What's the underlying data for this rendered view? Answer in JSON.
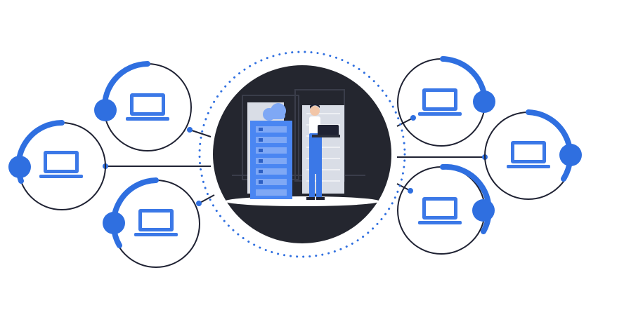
{
  "colors": {
    "background": "#ffffff",
    "accent_blue": "#2f6fe0",
    "dark_line": "#1f2233",
    "hub_fill": "#24262f",
    "laptop_blue": "#3b78e7",
    "rack_blue": "#4a86f2",
    "rack_light": "#7fa8f5",
    "panel_gray": "#d9dde6",
    "skin": "#f2c6a8",
    "shadow_gray": "#eef0f4"
  },
  "hub": {
    "label_icon": "server-room-illustration",
    "cloud_icon": "cloud-icon",
    "person_icon": "technician-with-laptop-icon"
  },
  "nodes": [
    {
      "id": "left-top",
      "icon": "laptop-icon",
      "side": "left"
    },
    {
      "id": "left-middle",
      "icon": "laptop-icon",
      "side": "left"
    },
    {
      "id": "left-bottom",
      "icon": "laptop-icon",
      "side": "left"
    },
    {
      "id": "right-top",
      "icon": "laptop-icon",
      "side": "right"
    },
    {
      "id": "right-middle",
      "icon": "laptop-icon",
      "side": "right"
    },
    {
      "id": "right-bottom",
      "icon": "laptop-icon",
      "side": "right"
    }
  ]
}
